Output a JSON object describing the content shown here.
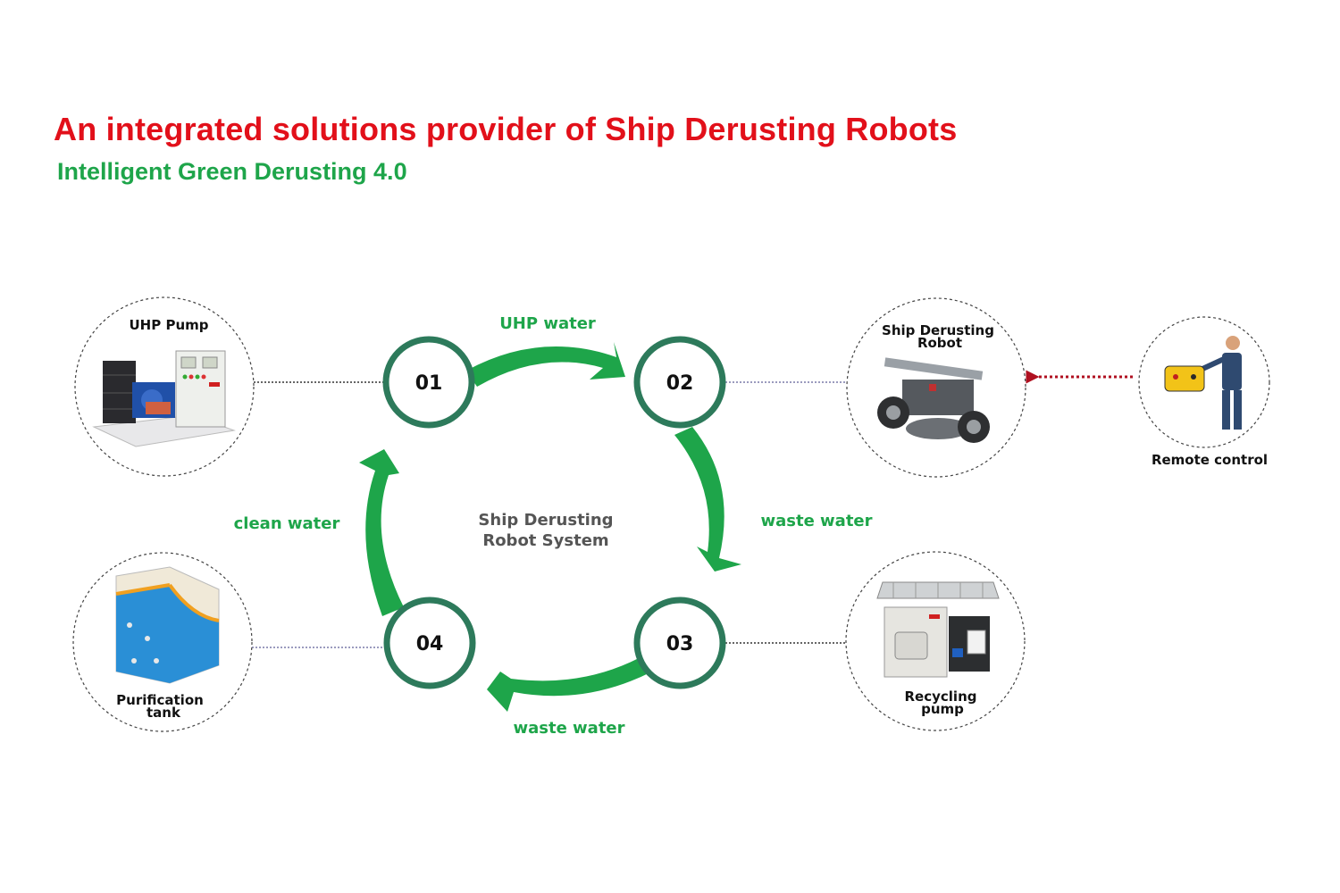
{
  "header": {
    "title": "An integrated solutions provider of Ship Derusting Robots",
    "subtitle": "Intelligent Green Derusting 4.0"
  },
  "cycle": {
    "center_label_line1": "Ship Derusting",
    "center_label_line2": "Robot System",
    "nodes": [
      "01",
      "02",
      "03",
      "04"
    ],
    "flows": {
      "n01_to_n02": "UHP water",
      "n02_to_n03": "waste water",
      "n03_to_n04": "waste water",
      "n04_to_n01": "clean water"
    }
  },
  "components": {
    "uhp_pump": {
      "label": "UHP Pump",
      "icon": "uhp-pump-machine-icon"
    },
    "robot": {
      "label_line1": "Ship Derusting",
      "label_line2": "Robot",
      "icon": "derusting-robot-icon"
    },
    "remote": {
      "label": "Remote control",
      "icon": "remote-control-operator-icon"
    },
    "recycling_pump": {
      "label_line1": "Recycling",
      "label_line2": "pump",
      "icon": "recycling-pump-icon"
    },
    "purification_tank": {
      "label_line1": "Purification",
      "label_line2": "tank",
      "icon": "purification-tank-icon"
    }
  },
  "colors": {
    "title": "#e2101a",
    "subtitle": "#1ea54a",
    "arrow_green": "#1ea54a",
    "node_ring": "#2d7a5b",
    "remote_arrow": "#b01020"
  }
}
